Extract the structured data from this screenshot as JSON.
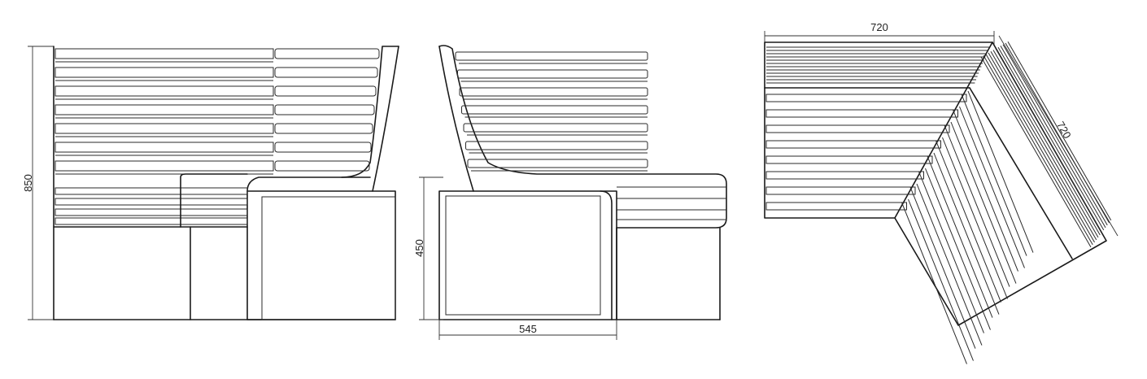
{
  "views": {
    "front": {
      "height_dim": "850"
    },
    "side": {
      "seat_height_dim": "450",
      "depth_dim": "545"
    },
    "top": {
      "width_dim": "720",
      "diag_dim": "720"
    }
  },
  "colors": {
    "line": "#1a1a1a",
    "background": "#ffffff"
  }
}
